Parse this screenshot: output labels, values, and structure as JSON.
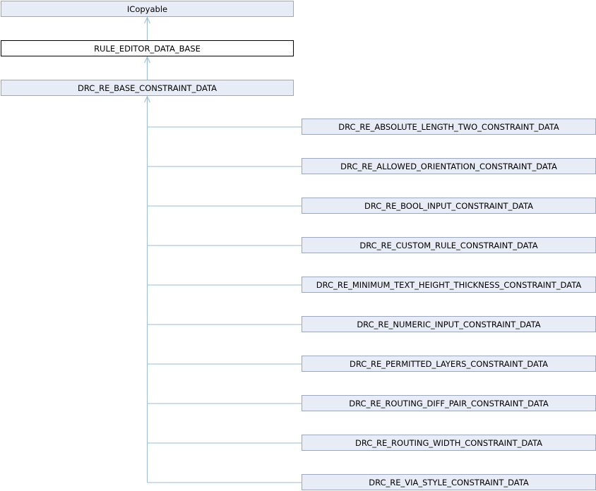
{
  "diagram": {
    "colors": {
      "edge": "#99bbd6",
      "node_fill": "#e8ecf6",
      "node_border": "#9aa7bd",
      "current_fill": "#ffffff",
      "current_border": "#000000"
    },
    "ancestors": [
      {
        "label": "ICopyable"
      },
      {
        "label": "RULE_EDITOR_DATA_BASE",
        "current": true
      },
      {
        "label": "DRC_RE_BASE_CONSTRAINT_DATA"
      }
    ],
    "derived": [
      {
        "label": "DRC_RE_ABSOLUTE_LENGTH_TWO_CONSTRAINT_DATA"
      },
      {
        "label": "DRC_RE_ALLOWED_ORIENTATION_CONSTRAINT_DATA"
      },
      {
        "label": "DRC_RE_BOOL_INPUT_CONSTRAINT_DATA"
      },
      {
        "label": "DRC_RE_CUSTOM_RULE_CONSTRAINT_DATA"
      },
      {
        "label": "DRC_RE_MINIMUM_TEXT_HEIGHT_THICKNESS_CONSTRAINT_DATA"
      },
      {
        "label": "DRC_RE_NUMERIC_INPUT_CONSTRAINT_DATA"
      },
      {
        "label": "DRC_RE_PERMITTED_LAYERS_CONSTRAINT_DATA"
      },
      {
        "label": "DRC_RE_ROUTING_DIFF_PAIR_CONSTRAINT_DATA"
      },
      {
        "label": "DRC_RE_ROUTING_WIDTH_CONSTRAINT_DATA"
      },
      {
        "label": "DRC_RE_VIA_STYLE_CONSTRAINT_DATA"
      }
    ]
  }
}
